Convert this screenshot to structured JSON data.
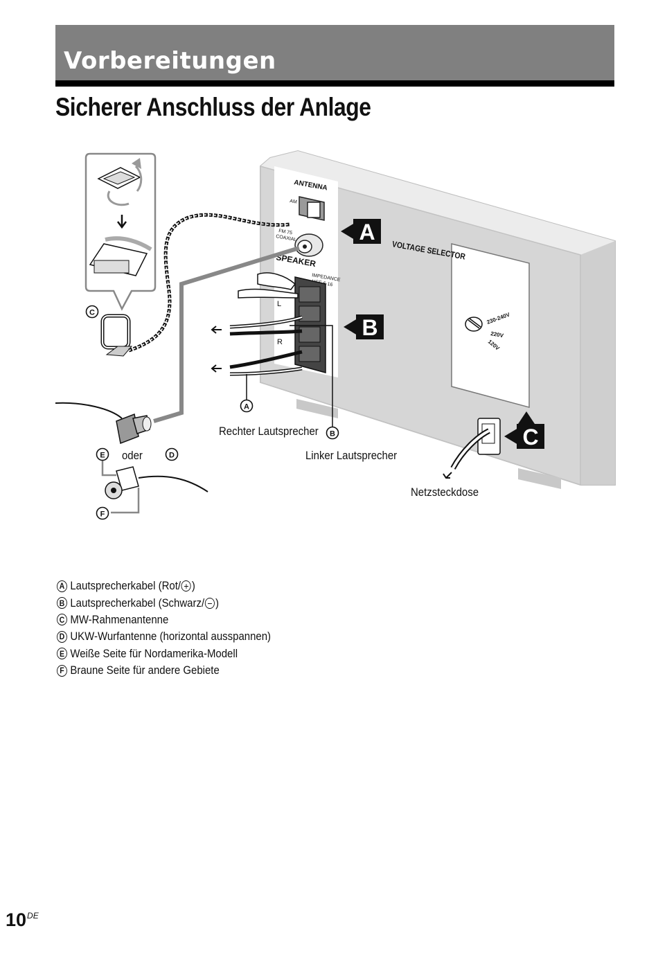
{
  "header": {
    "section_title": "Vorbereitungen",
    "page_title": "Sicherer Anschluss der Anlage"
  },
  "diagram": {
    "panel_labels": {
      "antenna": "ANTENNA",
      "am": "AM",
      "fm": "FM 75",
      "coaxial": "COAXIAL",
      "speaker": "SPEAKER",
      "impedance": "IMPEDANCE",
      "impedance_use": "USE 6-16",
      "left": "L",
      "right": "R"
    },
    "voltage_selector": {
      "title": "VOLTAGE SELECTOR",
      "options": [
        "230-240V",
        "220V",
        "120V"
      ]
    },
    "callouts": {
      "a": "A",
      "b": "B",
      "c": "C"
    },
    "circled": {
      "a": "A",
      "b": "B",
      "c": "C",
      "d": "D",
      "e": "E",
      "f": "F"
    },
    "labels": {
      "or": "oder",
      "right_speaker": "Rechter Lautsprecher",
      "left_speaker": "Linker Lautsprecher",
      "outlet": "Netzsteckdose"
    }
  },
  "legend": [
    {
      "letter": "A",
      "text": "Lautsprecherkabel (Rot/",
      "symbol": "+",
      "suffix": ")"
    },
    {
      "letter": "B",
      "text": "Lautsprecherkabel (Schwarz/",
      "symbol": "−",
      "suffix": ")"
    },
    {
      "letter": "C",
      "text": "MW-Rahmenantenne",
      "symbol": "",
      "suffix": ""
    },
    {
      "letter": "D",
      "text": "UKW-Wurfantenne (horizontal ausspannen)",
      "symbol": "",
      "suffix": ""
    },
    {
      "letter": "E",
      "text": "Weiße Seite für Nordamerika-Modell",
      "symbol": "",
      "suffix": ""
    },
    {
      "letter": "F",
      "text": "Braune Seite für andere Gebiete",
      "symbol": "",
      "suffix": ""
    }
  ],
  "footer": {
    "page_number": "10",
    "page_suffix": "DE"
  }
}
